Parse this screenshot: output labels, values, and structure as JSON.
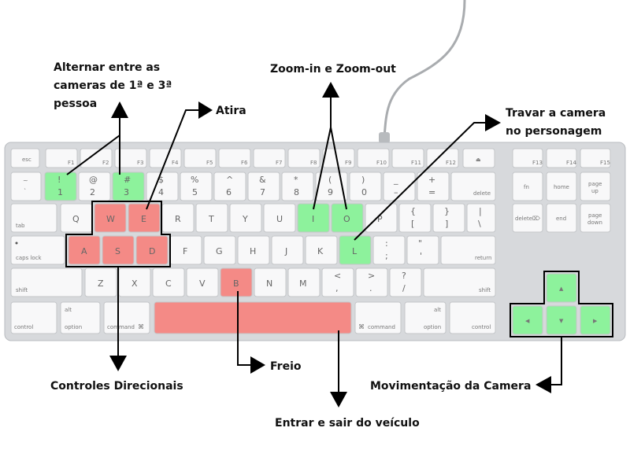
{
  "annotations": {
    "camera_toggle": [
      "Alternar entre as",
      "cameras de 1ª e 3ª",
      "pessoa"
    ],
    "shoot": "Atira",
    "zoom": "Zoom-in e Zoom-out",
    "lock_camera": [
      "Travar a camera",
      "no personagem"
    ],
    "directional": "Controles Direcionais",
    "brake": "Freio",
    "vehicle": "Entrar e sair do veículo",
    "camera_move": "Movimentação da Camera"
  },
  "keys": {
    "fn_row": [
      "esc",
      "F1",
      "F2",
      "F3",
      "F4",
      "F5",
      "F6",
      "F7",
      "F8",
      "F9",
      "F10",
      "F11",
      "F12",
      "F13",
      "F14",
      "F15"
    ],
    "tilde": [
      "~",
      "`"
    ],
    "num1": [
      "!",
      "1"
    ],
    "num2": [
      "@",
      "2"
    ],
    "num3": [
      "#",
      "3"
    ],
    "num4": [
      "$",
      "4"
    ],
    "num5": [
      "%",
      "5"
    ],
    "num6": [
      "^",
      "6"
    ],
    "num7": [
      "&",
      "7"
    ],
    "num8": [
      "*",
      "8"
    ],
    "num9": [
      "(",
      "9"
    ],
    "num0": [
      ")",
      "0"
    ],
    "minus": [
      "_",
      "–"
    ],
    "equal": [
      "+",
      "="
    ],
    "delete": "delete",
    "tab": "tab",
    "q": "Q",
    "w": "W",
    "e": "E",
    "r": "R",
    "t": "T",
    "y": "Y",
    "u": "U",
    "i": "I",
    "o": "O",
    "p": "P",
    "lbracket": [
      "{",
      "["
    ],
    "rbracket": [
      "}",
      "]"
    ],
    "backslash": [
      "|",
      "\\"
    ],
    "caps": "caps lock",
    "a": "A",
    "s": "S",
    "d": "D",
    "f": "F",
    "g": "G",
    "h": "H",
    "j": "J",
    "k": "K",
    "l": "L",
    "semicolon": [
      ":",
      ";"
    ],
    "quote": [
      "\"",
      "'"
    ],
    "return": "return",
    "shift": "shift",
    "z": "Z",
    "x": "X",
    "c": "C",
    "v": "V",
    "b": "B",
    "n": "N",
    "m": "M",
    "comma": [
      "<",
      ","
    ],
    "period": [
      ">",
      "."
    ],
    "slash": [
      "?",
      "/"
    ],
    "control": "control",
    "option": "option",
    "alt": "alt",
    "command": "command",
    "cmd_symbol": "⌘",
    "fn": "fn",
    "home": "home",
    "page_up": [
      "page",
      "up"
    ],
    "delete_fwd": "delete⌦",
    "end": "end",
    "page_down": [
      "page",
      "down"
    ],
    "arrow_up": "▲",
    "arrow_left": "◀",
    "arrow_down": "▼",
    "arrow_right": "▶"
  },
  "colors": {
    "highlight_green": "#8df29c",
    "highlight_red": "#f48a86",
    "keyboard": "#d7d9dc"
  }
}
